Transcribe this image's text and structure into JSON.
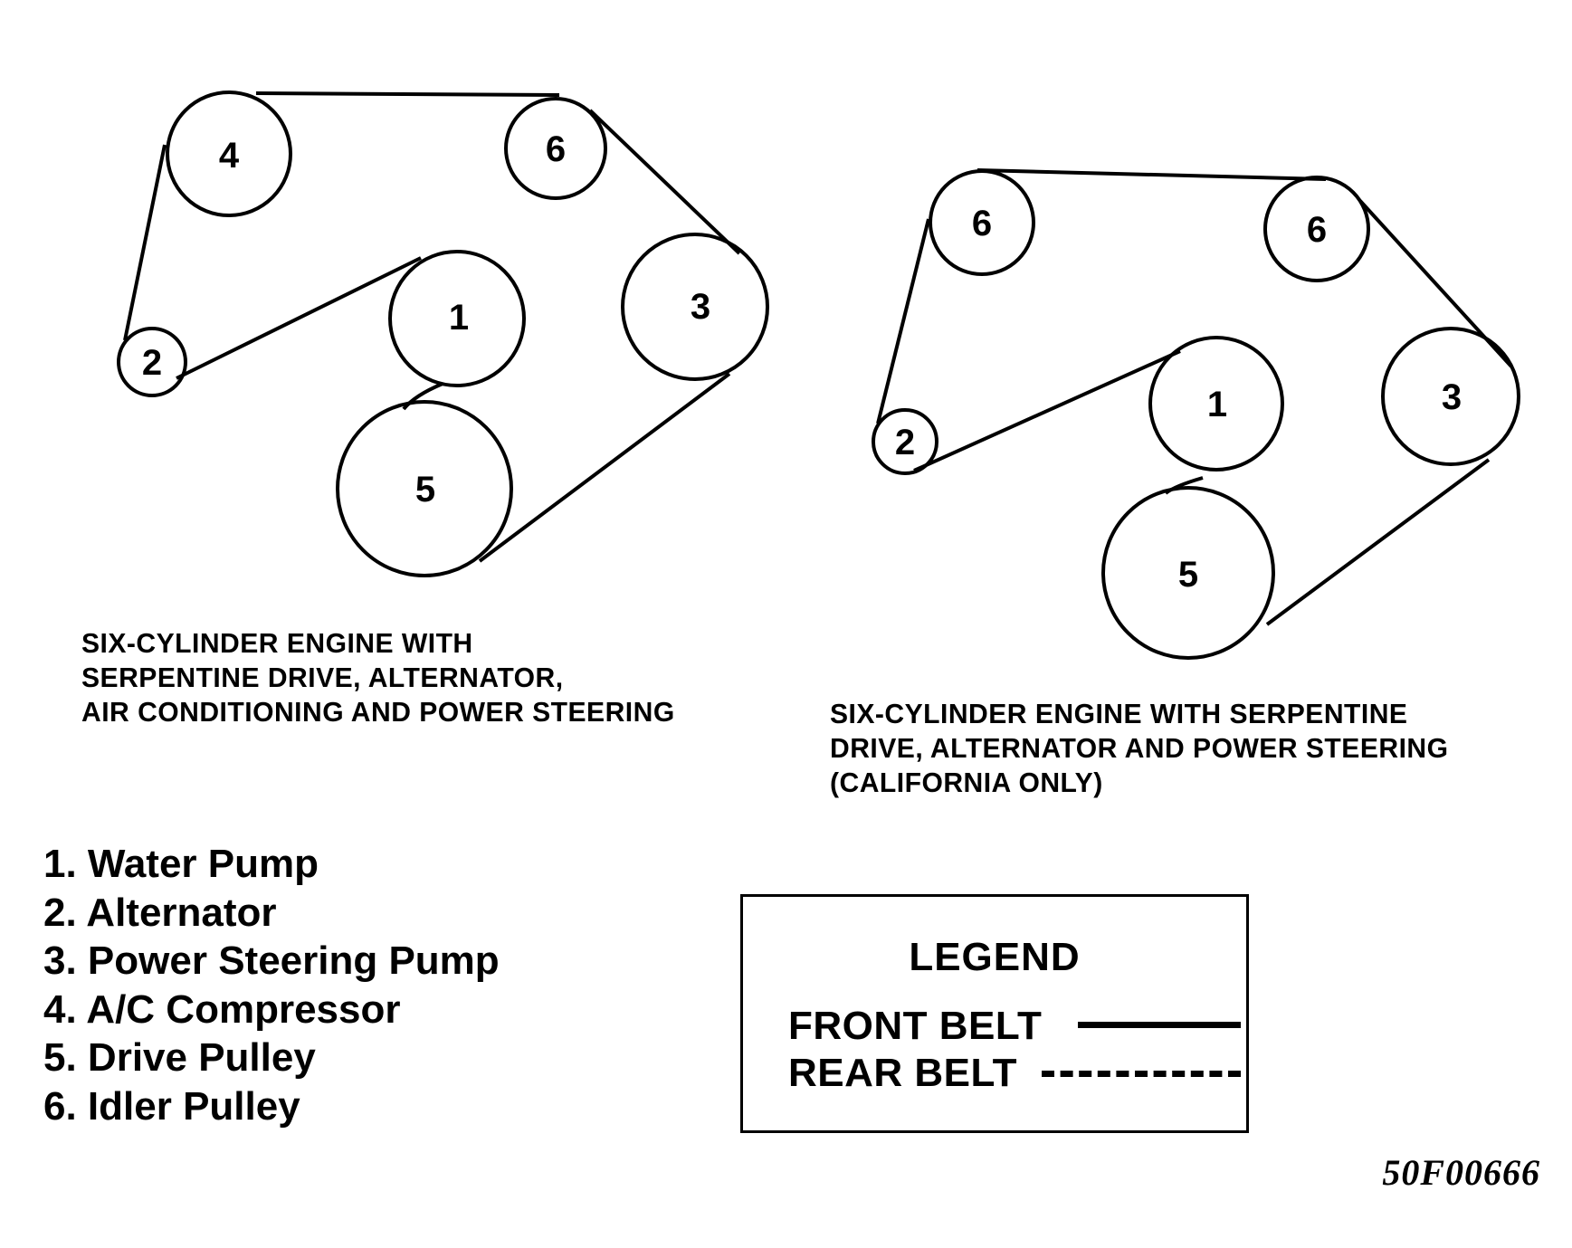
{
  "diagrams": [
    {
      "id": "left",
      "caption_lines": [
        "SIX-CYLINDER ENGINE WITH",
        "SERPENTINE DRIVE, ALTERNATOR,",
        "AIR CONDITIONING AND POWER STEERING"
      ],
      "pulleys": [
        {
          "label": "4",
          "part": "A/C Compressor"
        },
        {
          "label": "6",
          "part": "Idler Pulley"
        },
        {
          "label": "3",
          "part": "Power Steering Pump"
        },
        {
          "label": "1",
          "part": "Water Pump"
        },
        {
          "label": "2",
          "part": "Alternator"
        },
        {
          "label": "5",
          "part": "Drive Pulley"
        }
      ]
    },
    {
      "id": "right",
      "caption_lines": [
        "SIX-CYLINDER ENGINE WITH SERPENTINE",
        "DRIVE, ALTERNATOR AND POWER STEERING",
        "(CALIFORNIA ONLY)"
      ],
      "pulleys": [
        {
          "label": "6",
          "part": "Idler Pulley"
        },
        {
          "label": "6",
          "part": "Idler Pulley"
        },
        {
          "label": "3",
          "part": "Power Steering Pump"
        },
        {
          "label": "1",
          "part": "Water Pump"
        },
        {
          "label": "2",
          "part": "Alternator"
        },
        {
          "label": "5",
          "part": "Drive Pulley"
        }
      ]
    }
  ],
  "key": [
    "1. Water Pump",
    "2. Alternator",
    "3. Power Steering Pump",
    "4. A/C Compressor",
    "5. Drive Pulley",
    "6. Idler Pulley"
  ],
  "legend": {
    "title": "LEGEND",
    "front_belt": "FRONT BELT",
    "rear_belt": "REAR BELT"
  },
  "figure_code": "50F00666",
  "colors": {
    "ink": "#000000",
    "paper": "#ffffff"
  }
}
